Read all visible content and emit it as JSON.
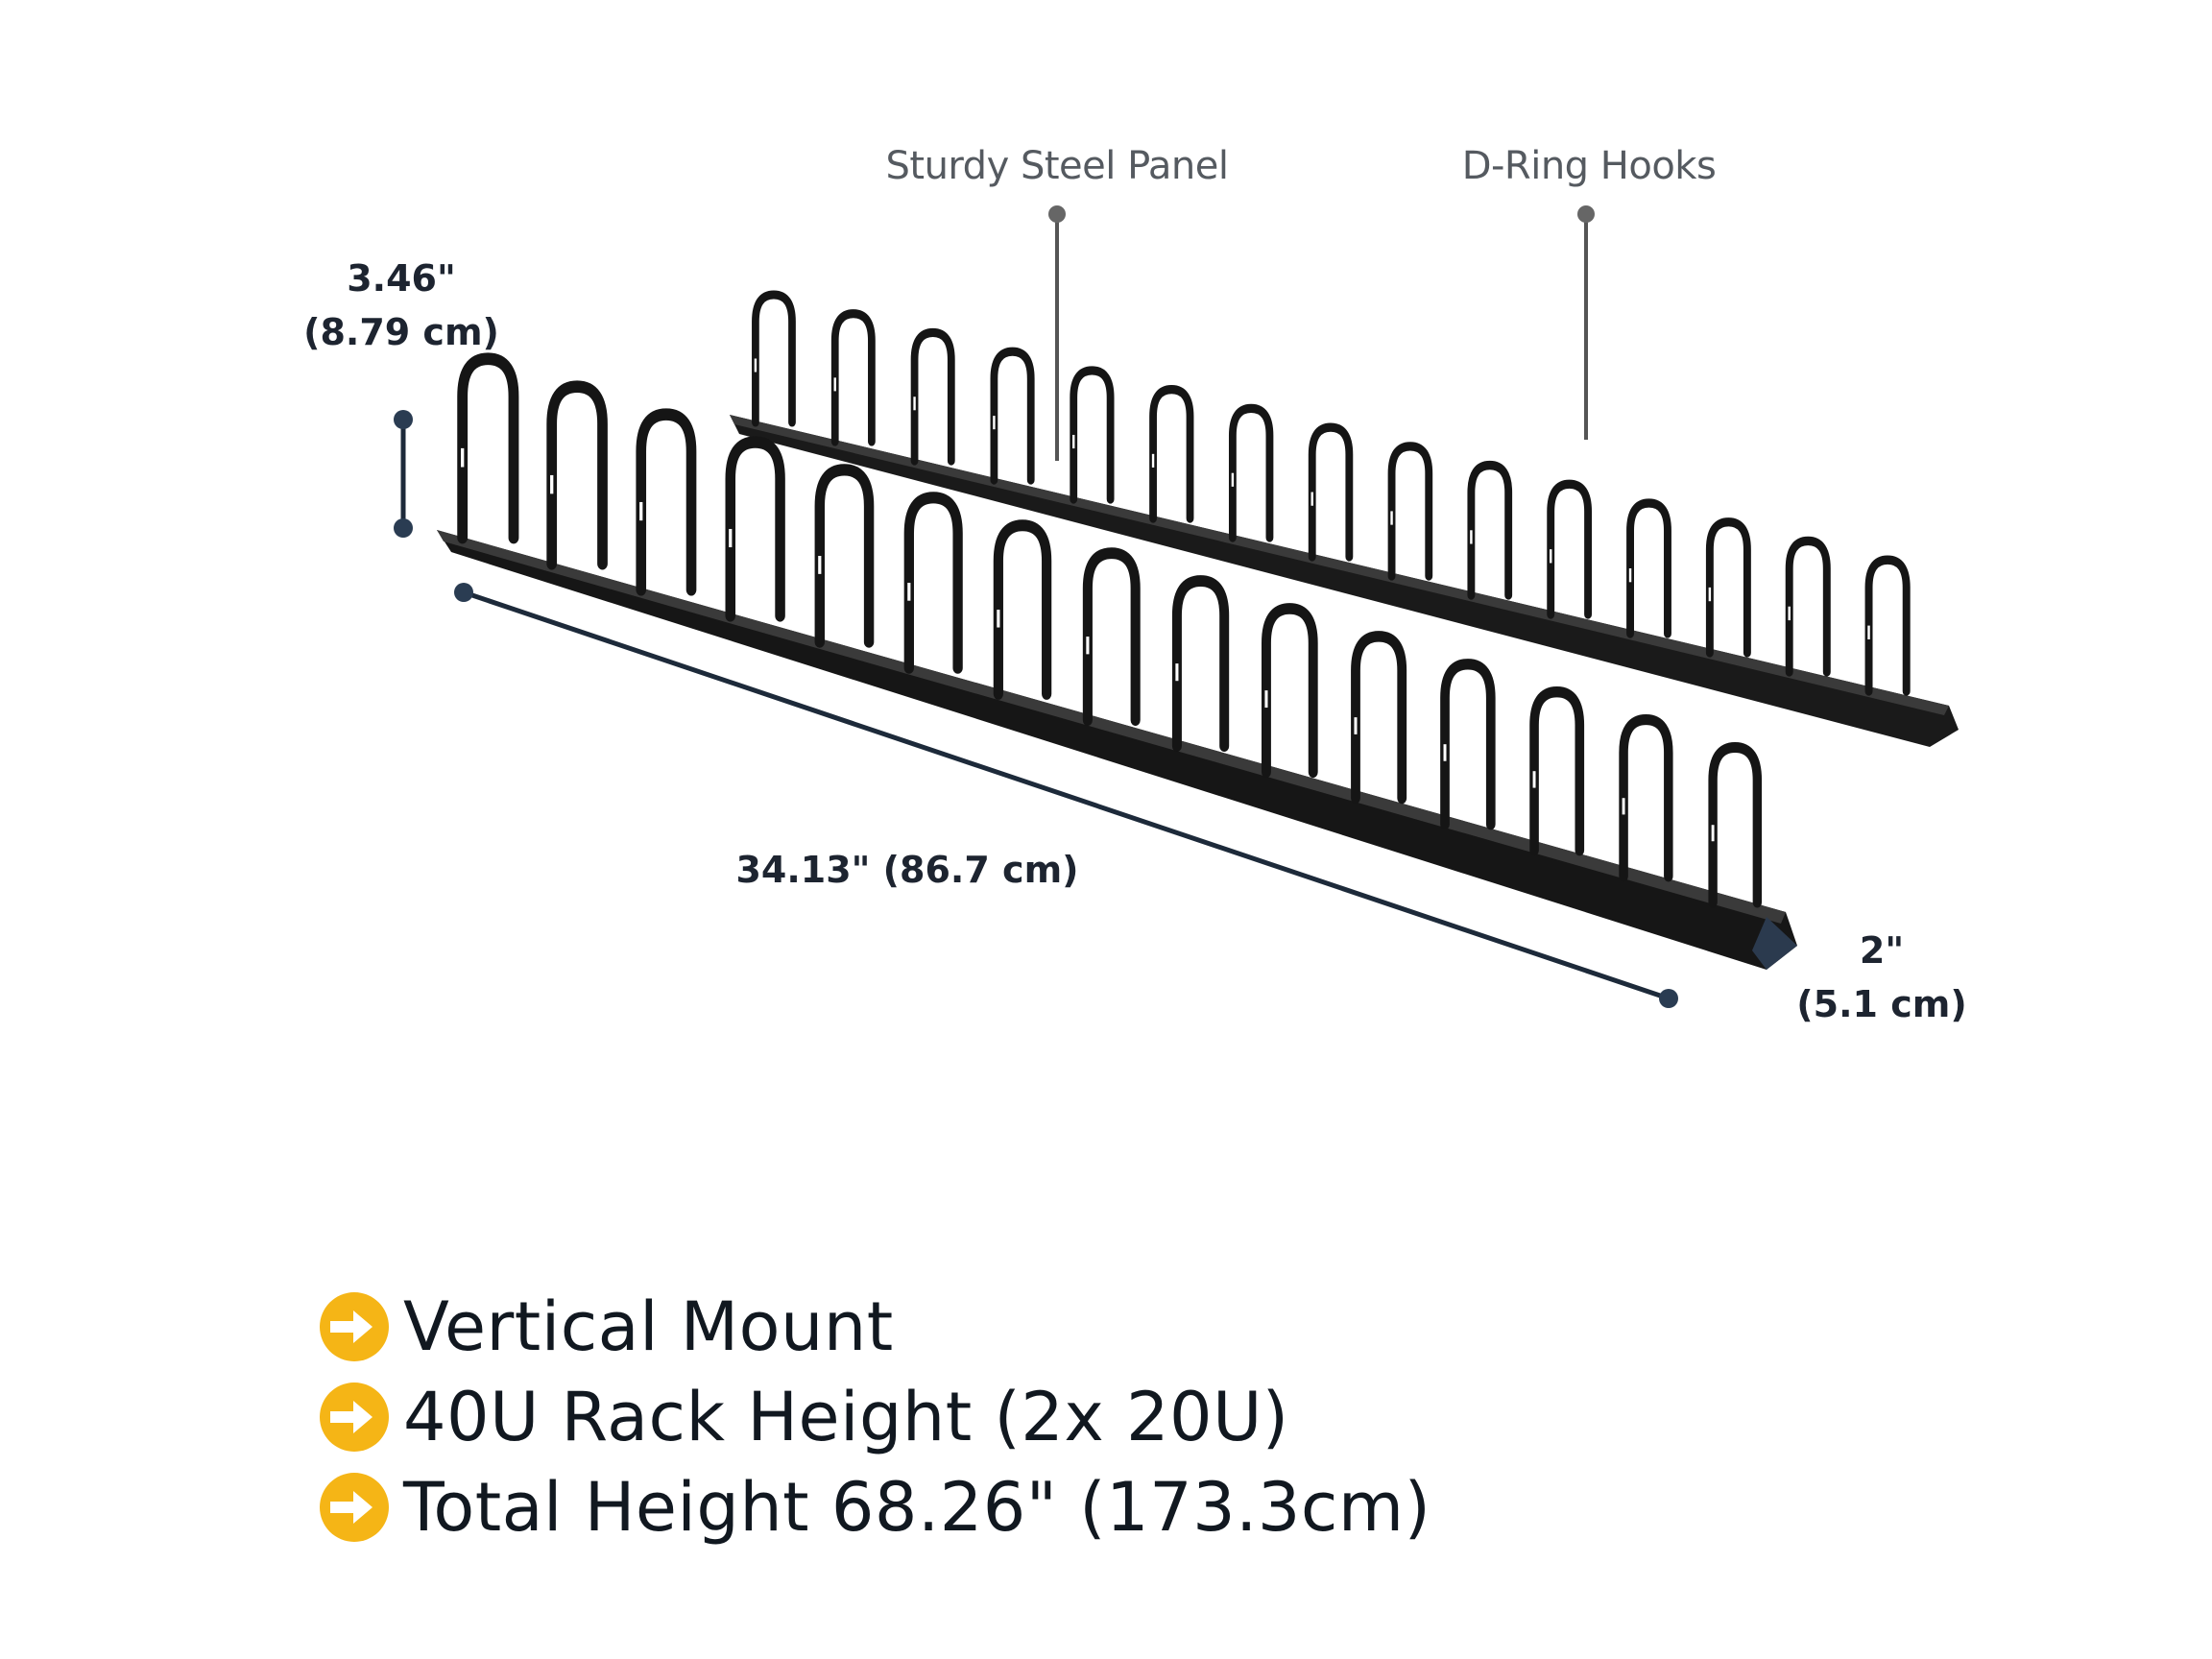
{
  "product_image": {
    "subject": "Vertical cable management bars with D-ring hooks (2 pieces)",
    "hooks_per_bar": 15
  },
  "callouts": {
    "steel_panel": "Sturdy Steel Panel",
    "d_ring": "D-Ring Hooks"
  },
  "dimensions": {
    "hook_height_in": "3.46\"",
    "hook_height_cm": "(8.79 cm)",
    "length": "34.13\" (86.7 cm)",
    "width_in": "2\"",
    "width_cm": "(5.1 cm)"
  },
  "features": [
    {
      "icon": "arrow-circle-right-icon",
      "label": "Vertical Mount"
    },
    {
      "icon": "arrow-circle-right-icon",
      "label": "40U Rack Height (2x 20U)"
    },
    {
      "icon": "arrow-circle-right-icon",
      "label": "Total Height 68.26\" (173.3cm)"
    }
  ],
  "colors": {
    "bullet": "#f5b516",
    "text_dark": "#111820",
    "callout_gray": "#555a60",
    "dimension_line": "#1d2a3a",
    "bar_black": "#151515"
  }
}
